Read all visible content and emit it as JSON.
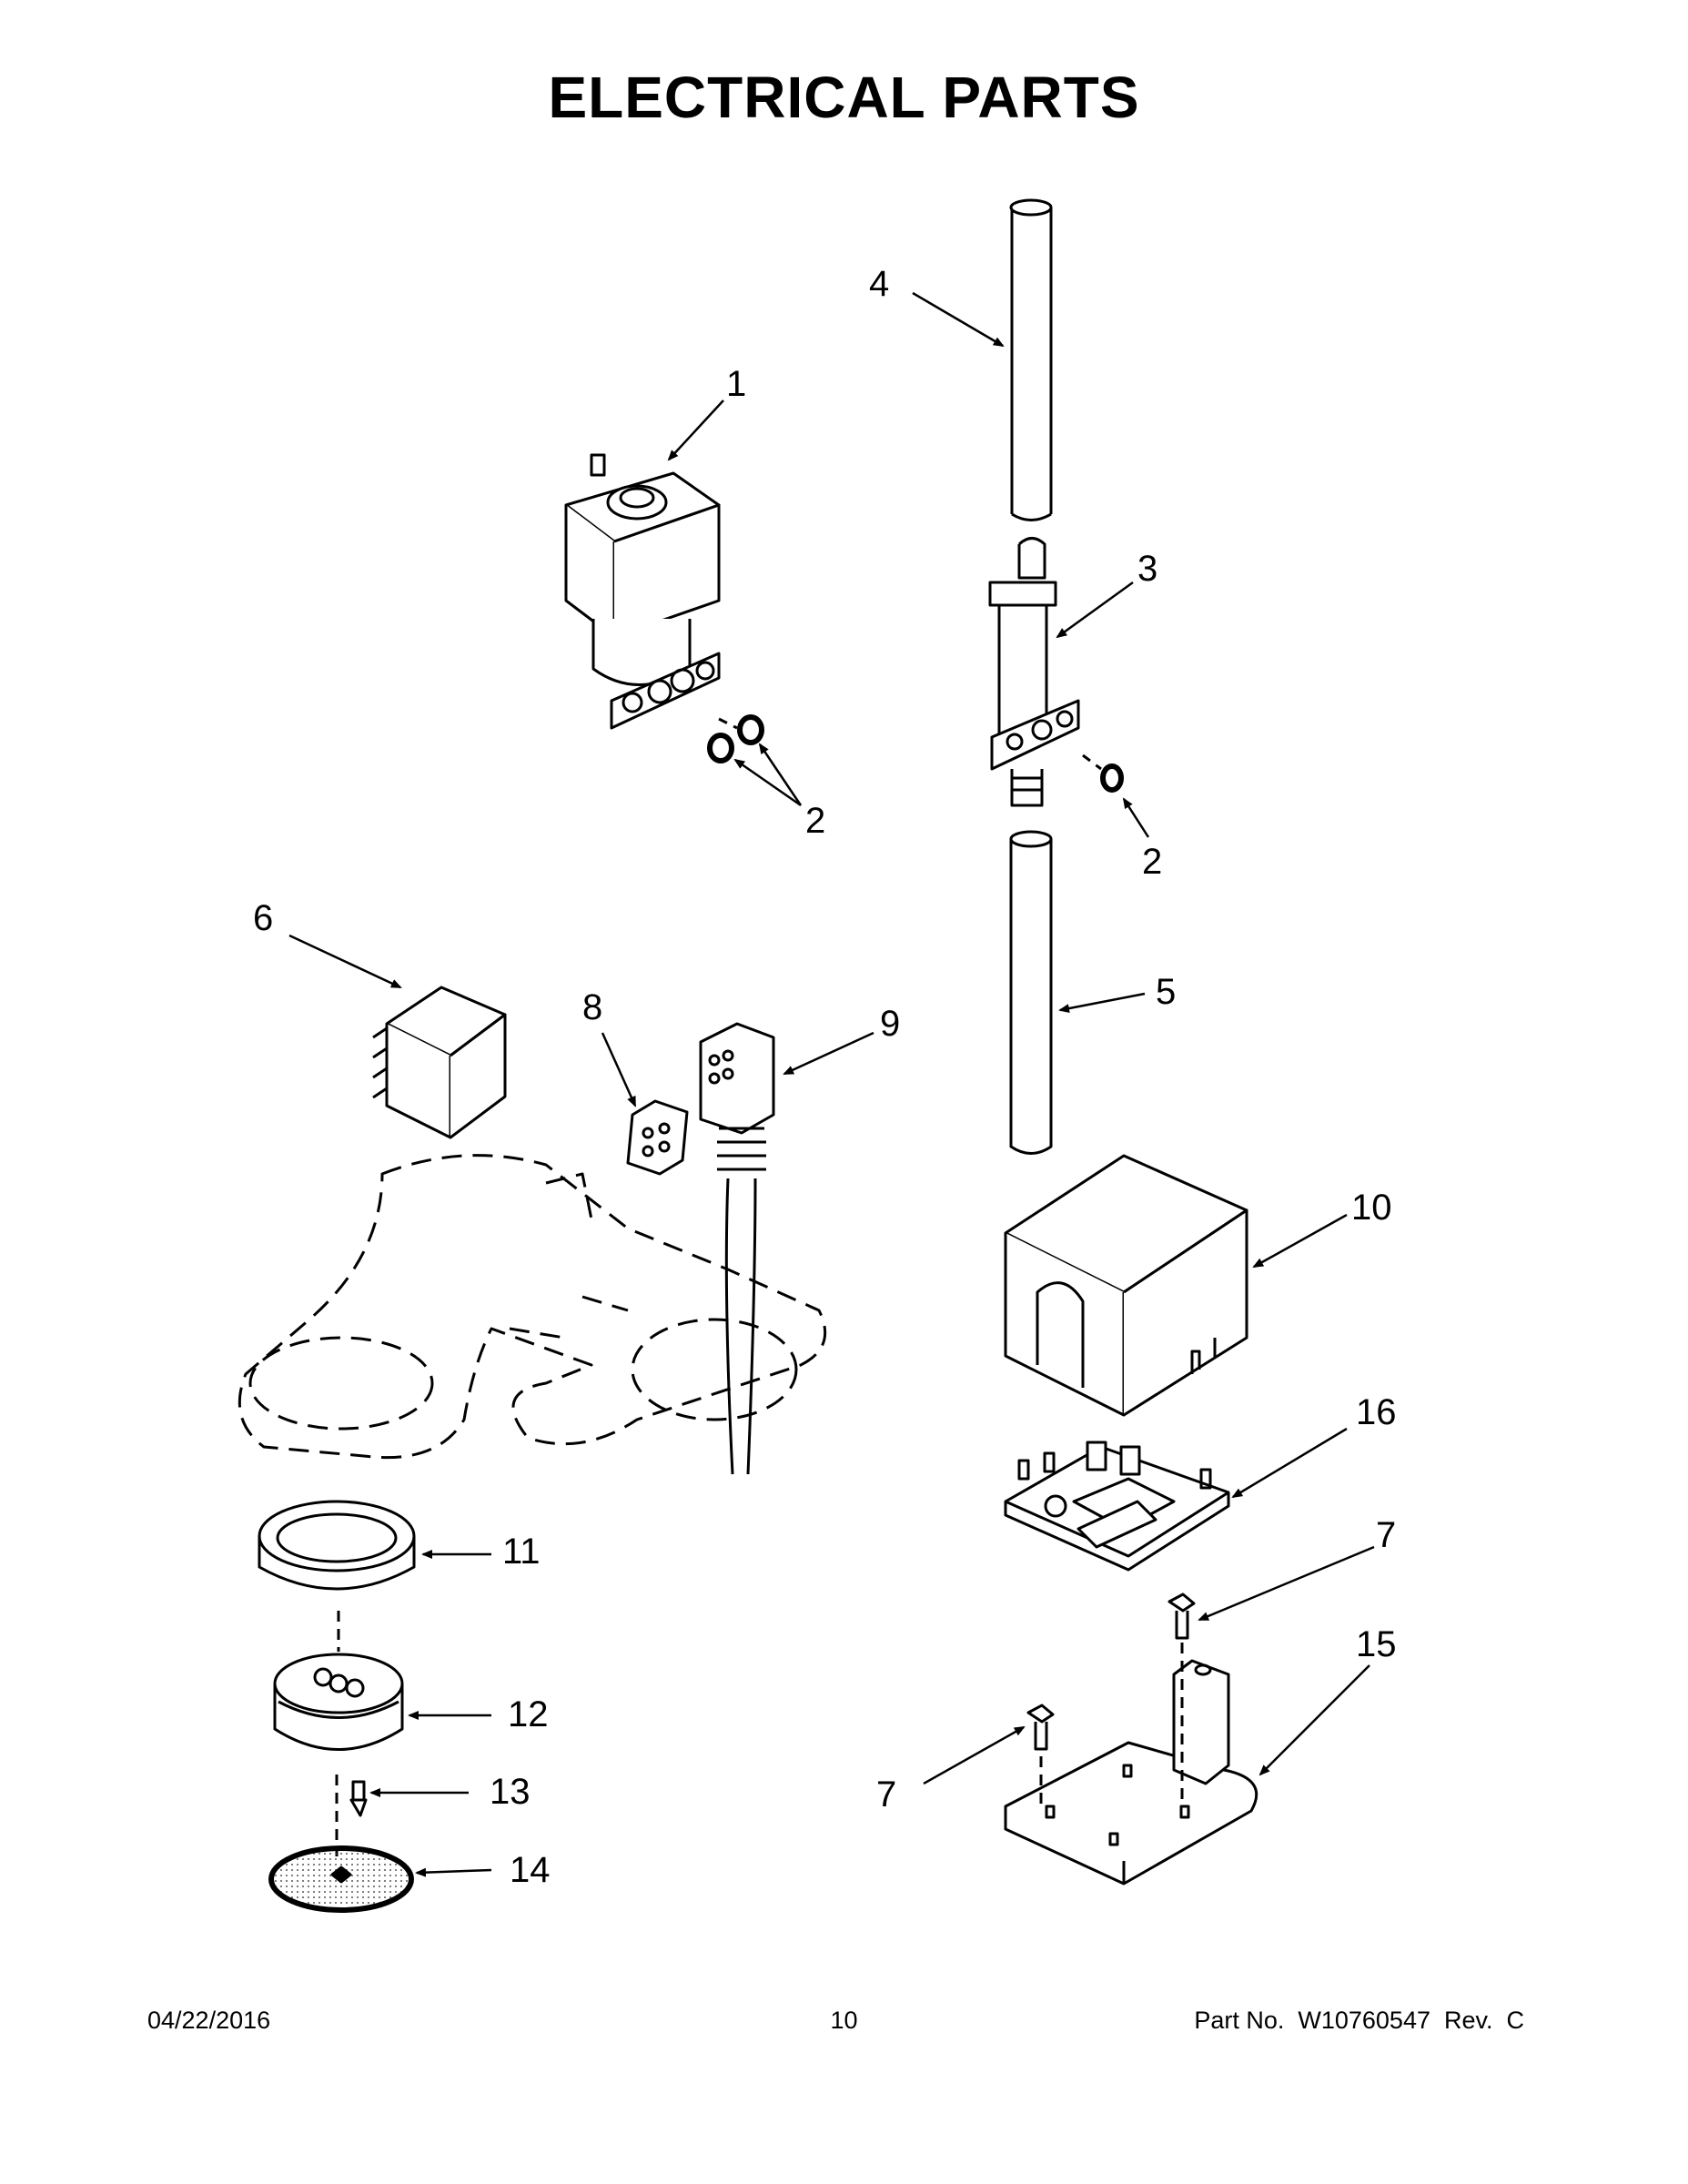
{
  "title": "ELECTRICAL PARTS",
  "callouts": {
    "c1": "1",
    "c2a": "2",
    "c2b": "2",
    "c3": "3",
    "c4": "4",
    "c5": "5",
    "c6": "6",
    "c7a": "7",
    "c7b": "7",
    "c8": "8",
    "c9": "9",
    "c10": "10",
    "c11": "11",
    "c12": "12",
    "c13": "13",
    "c14": "14",
    "c15": "15",
    "c16": "16"
  },
  "footer": {
    "date": "04/22/2016",
    "page": "10",
    "part": "Part No.  W10760547  Rev.  C"
  }
}
